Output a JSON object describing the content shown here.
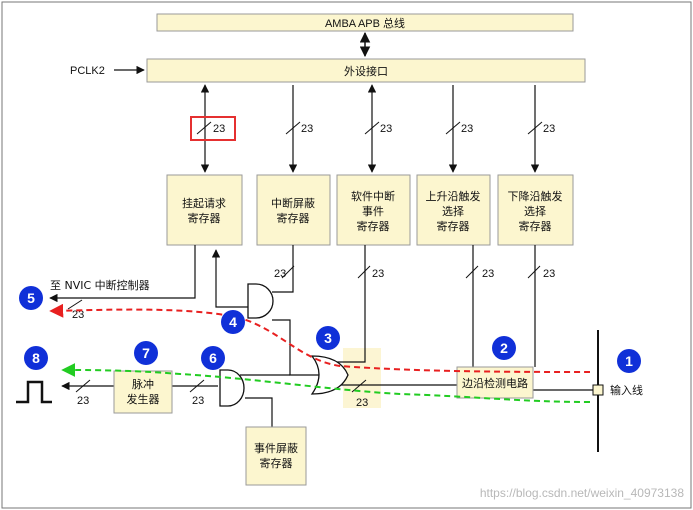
{
  "bus": {
    "amba": "AMBA APB 总线",
    "peripheral_interface": "外设接口",
    "pclk": "PCLK2"
  },
  "registers": {
    "pending": [
      "挂起请求",
      "寄存器"
    ],
    "interrupt_mask": [
      "中断屏蔽",
      "寄存器"
    ],
    "software_interrupt": [
      "软件中断",
      "事件",
      "寄存器"
    ],
    "rising_trigger": [
      "上升沿触发",
      "选择",
      "寄存器"
    ],
    "falling_trigger": [
      "下降沿触发",
      "选择",
      "寄存器"
    ],
    "event_mask": [
      "事件屏蔽",
      "寄存器"
    ]
  },
  "blocks": {
    "edge_detect": "边沿检测电路",
    "pulse_generator": [
      "脉冲",
      "发生器"
    ]
  },
  "labels": {
    "to_nvic": "至 NVIC 中断控制器",
    "input_line": "输入线",
    "bus_width": "23"
  },
  "markers": [
    "1",
    "2",
    "3",
    "4",
    "5",
    "6",
    "7",
    "8"
  ],
  "colors": {
    "box_fill": "#fcf6cf",
    "box_stroke": "#9a9a9a",
    "marker": "#1030d8",
    "red_path": "#e82020",
    "green_path": "#22cc22",
    "highlight": "#e53030"
  },
  "watermark": "https://blog.csdn.net/weixin_40973138"
}
